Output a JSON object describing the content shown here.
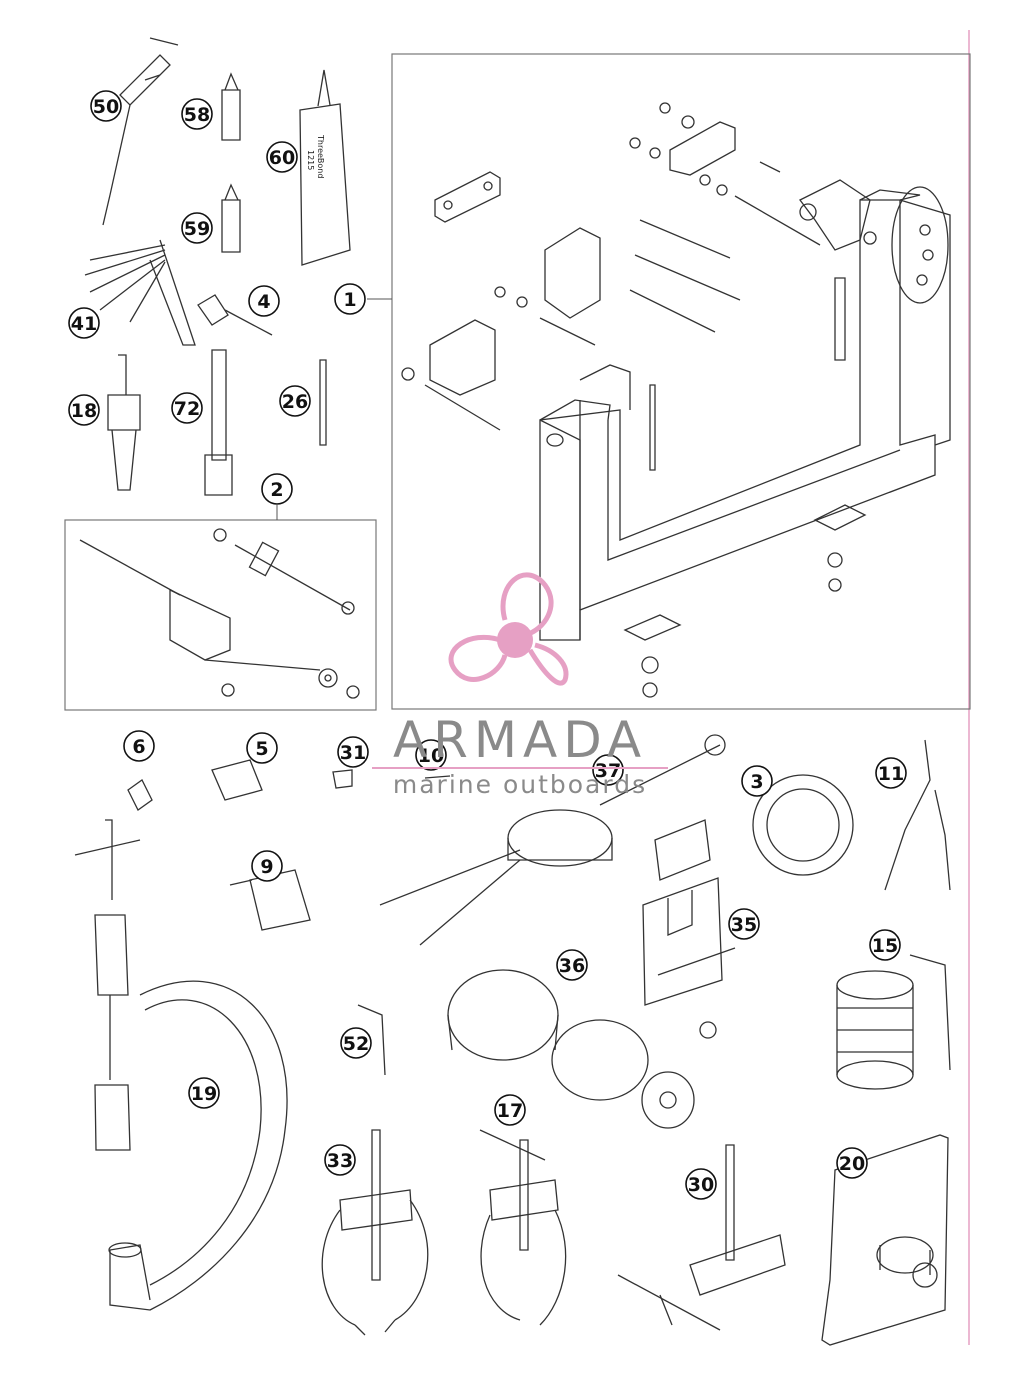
{
  "watermark": {
    "name": "ARMADA",
    "tagline": "marine outboards",
    "accent_color": "#e6a0c4"
  },
  "callouts": [
    "50",
    "58",
    "60",
    "59",
    "41",
    "4",
    "1",
    "18",
    "72",
    "26",
    "2",
    "6",
    "5",
    "31",
    "10",
    "37",
    "3",
    "11",
    "9",
    "35",
    "36",
    "15",
    "52",
    "19",
    "17",
    "33",
    "30",
    "20"
  ],
  "product_labels": {
    "tube_line1": "ThreeBond",
    "tube_line2": "1215"
  },
  "colors": {
    "line": "#333333",
    "frame": "#777777",
    "border_rule": "#e6a0c4"
  }
}
